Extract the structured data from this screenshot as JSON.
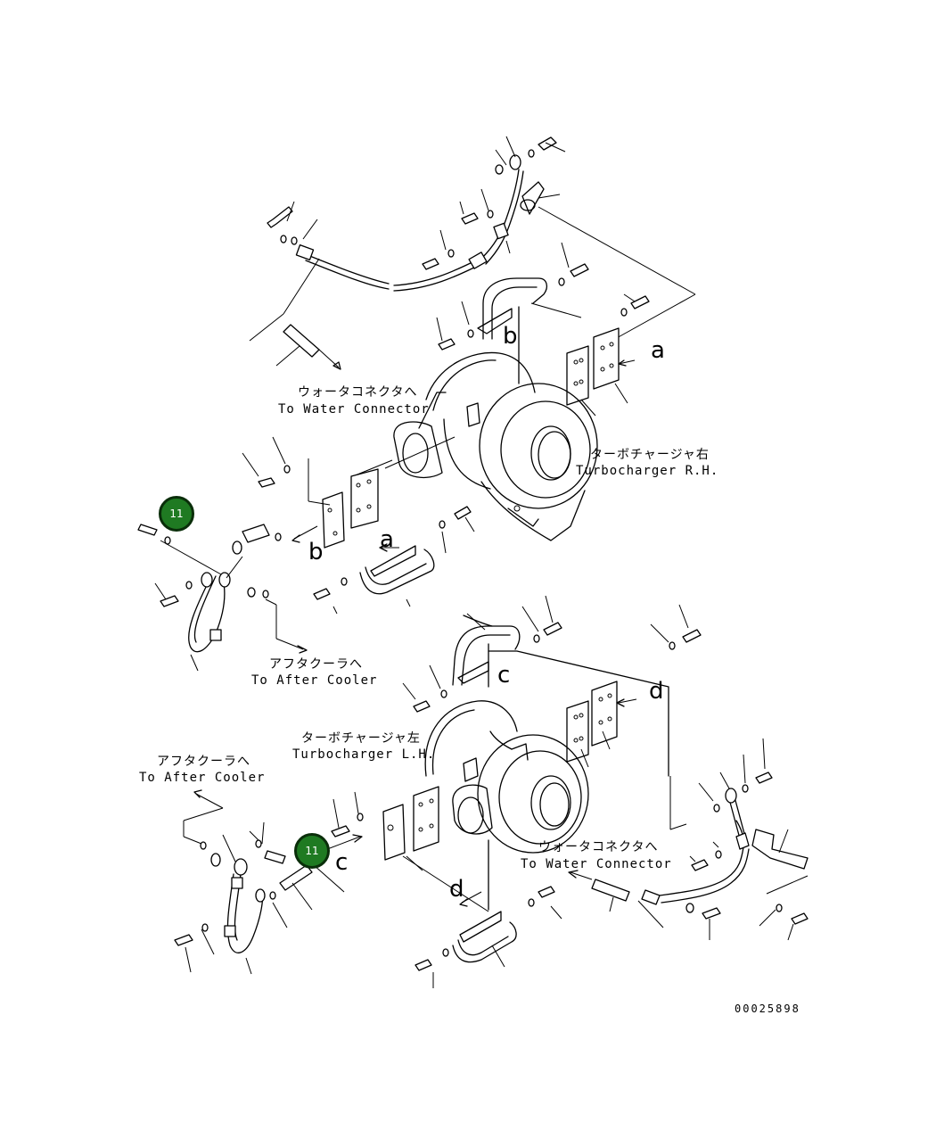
{
  "labels": {
    "water_connector_top_jp": "ウォータコネクタへ",
    "water_connector_top_en": "To Water Connector",
    "turbo_rh_jp": "ターボチャージャ右",
    "turbo_rh_en": "Turbocharger R.H.",
    "after_cooler_mid_jp": "アフタクーラへ",
    "after_cooler_mid_en": "To After Cooler",
    "turbo_lh_jp": "ターボチャージャ左",
    "turbo_lh_en": "Turbocharger L.H.",
    "after_cooler_left_jp": "アフタクーラへ",
    "after_cooler_left_en": "To After Cooler",
    "water_connector_bottom_jp": "ウォータコネクタへ",
    "water_connector_bottom_en": "To Water Connector"
  },
  "letters": {
    "a": "a",
    "b": "b",
    "c": "c",
    "d": "d"
  },
  "drawing_number": "00025898",
  "callouts": [
    {
      "number": "11",
      "color": "#1f7a22"
    },
    {
      "number": "11",
      "color": "#1f7a22"
    }
  ]
}
